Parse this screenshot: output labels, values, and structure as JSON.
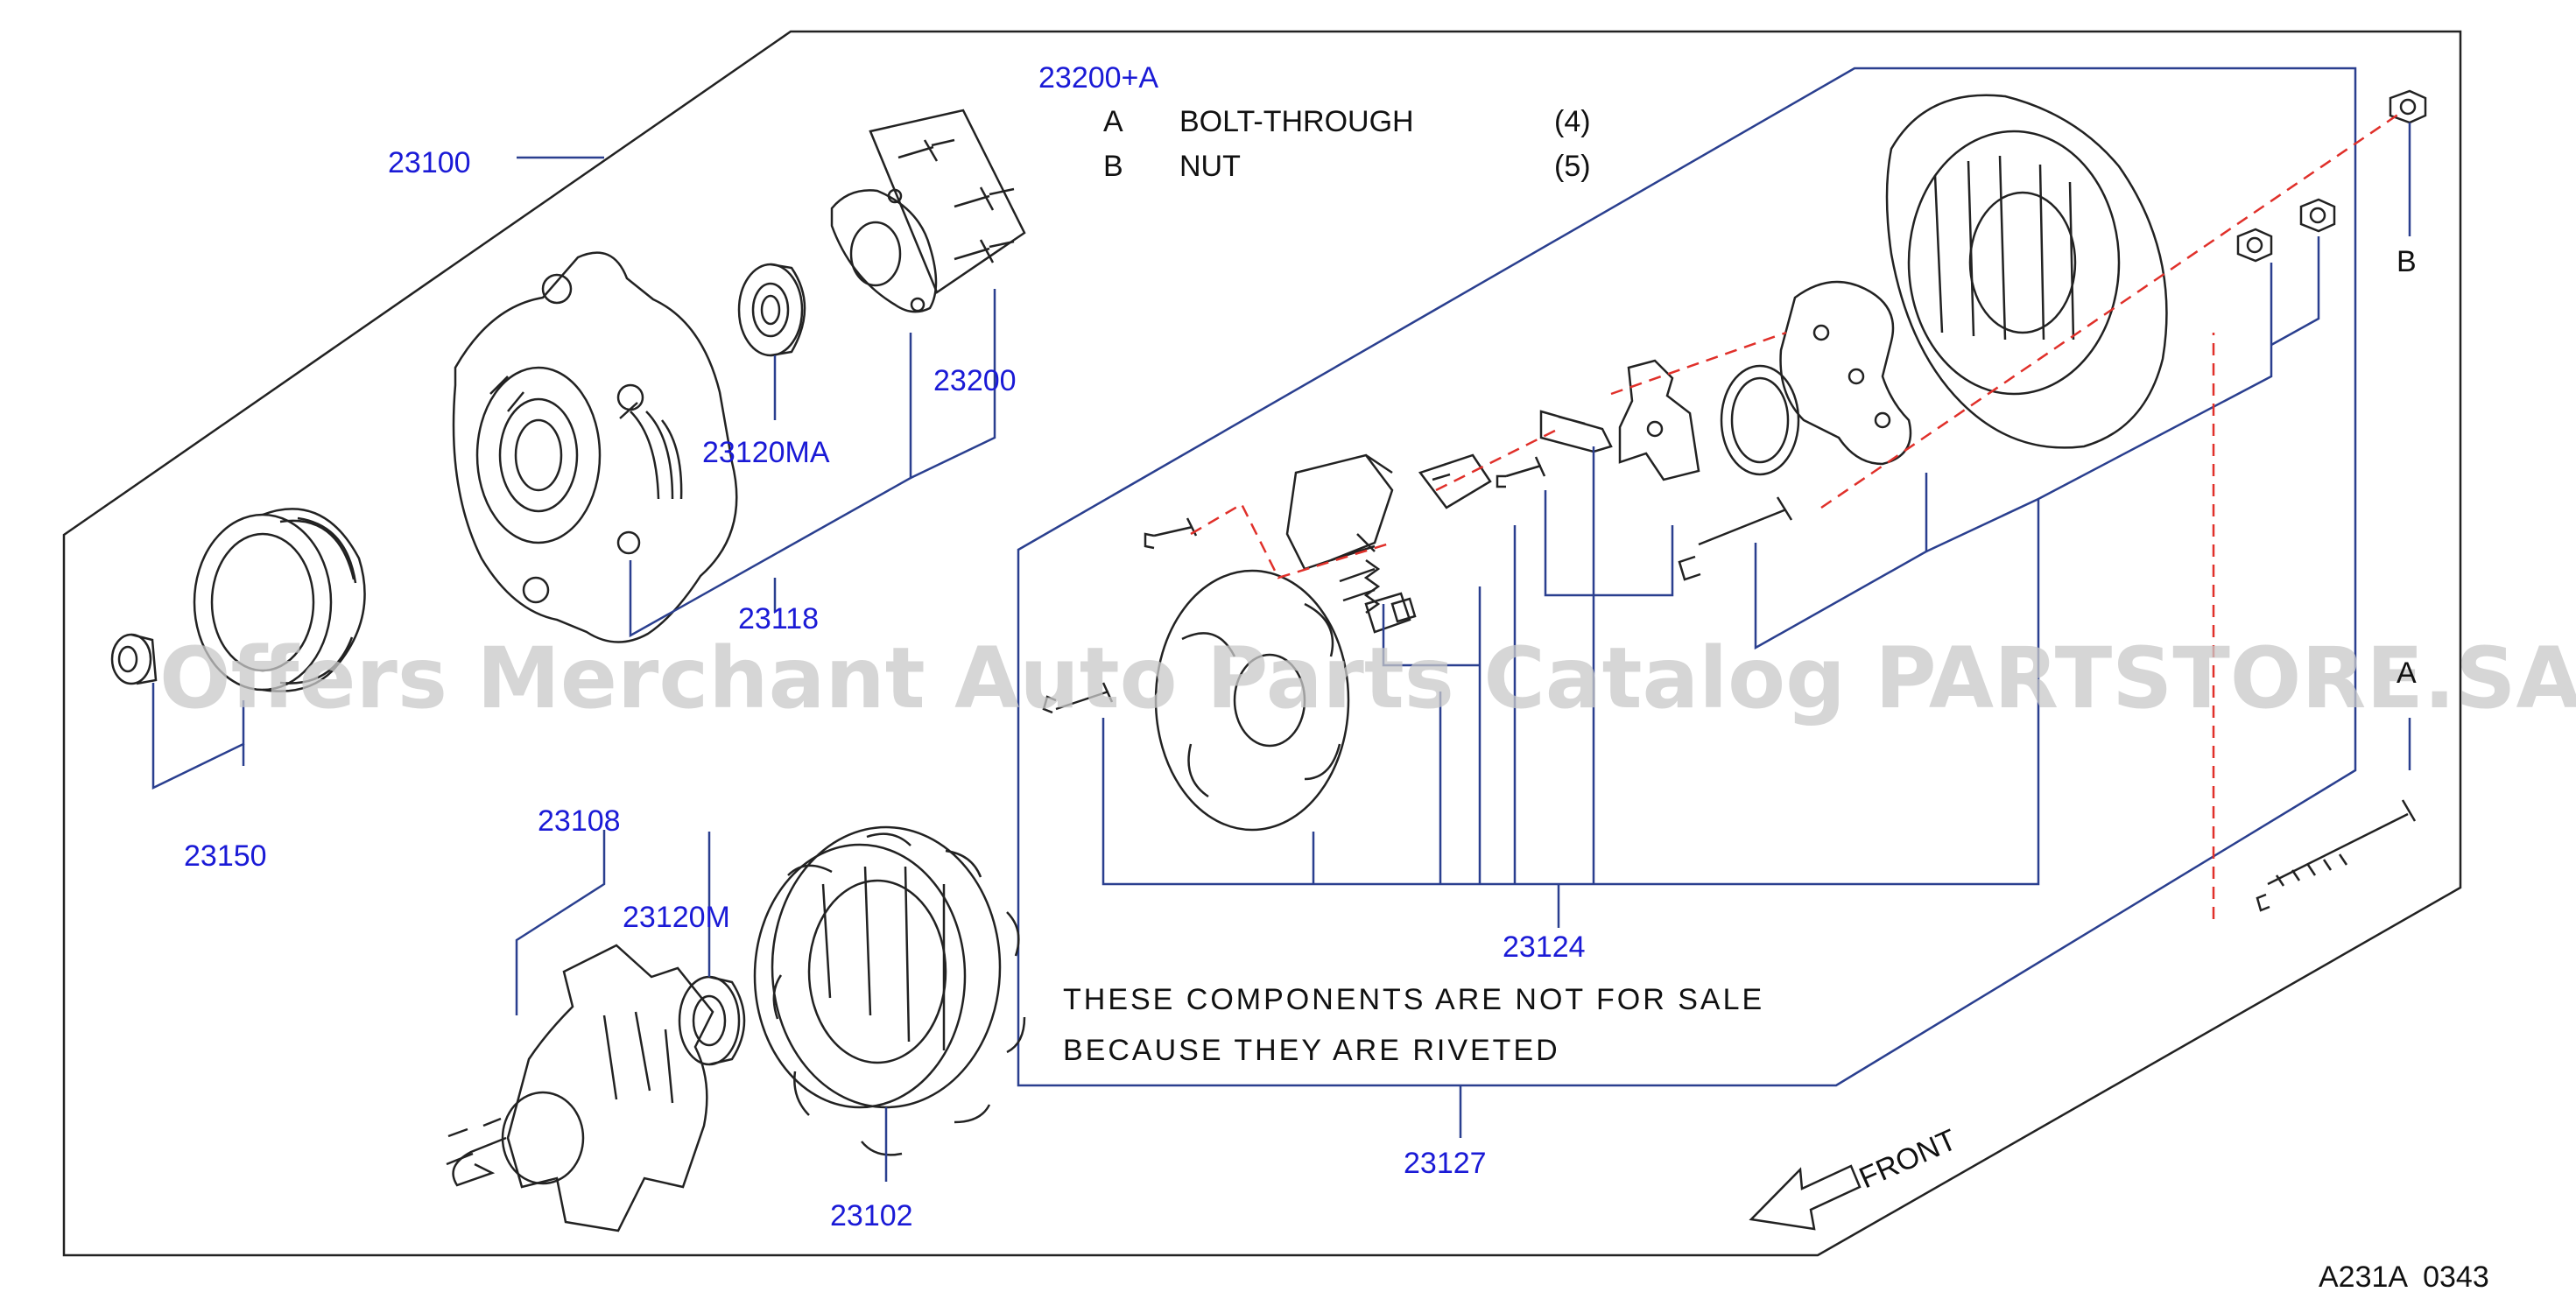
{
  "parts": {
    "p23100": "23100",
    "p23200a": "23200+A",
    "p23200": "23200",
    "p23120ma": "23120MA",
    "p23118": "23118",
    "p23150": "23150",
    "p23108": "23108",
    "p23120m": "23120M",
    "p23102": "23102",
    "p23124": "23124",
    "p23127": "23127"
  },
  "legend": {
    "row_a": {
      "key": "A",
      "desc": "BOLT-THROUGH",
      "qty": "(4)"
    },
    "row_b": {
      "key": "B",
      "desc": "NUT",
      "qty": "(5)"
    }
  },
  "markers": {
    "a": "A",
    "b": "B"
  },
  "note": {
    "line1": "THESE COMPONENTS ARE NOT FOR SALE",
    "line2": "BECAUSE THEY ARE RIVETED"
  },
  "front_label": "FRONT",
  "diagram_code": "A231A  0343",
  "watermark": "Offers Merchant Auto Parts Catalog PARTSTORE.SA",
  "colors": {
    "callout": "#1a1ad6",
    "leader": "#2a3f8f",
    "dashed": "#e0302a"
  }
}
